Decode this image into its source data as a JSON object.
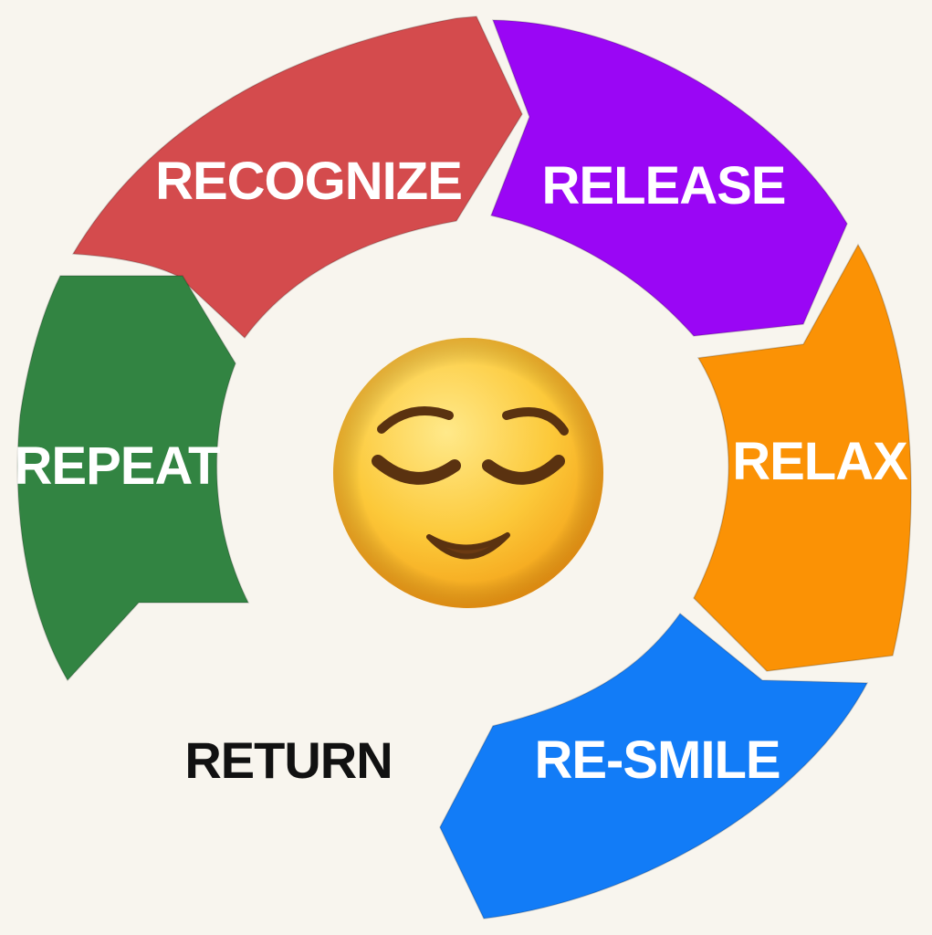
{
  "cycle": {
    "segments": [
      {
        "key": "recognize",
        "label": "RECOGNIZE",
        "color": "#d44b4d"
      },
      {
        "key": "release",
        "label": "RELEASE",
        "color": "#9a06f5"
      },
      {
        "key": "relax",
        "label": "RELAX",
        "color": "#fb9205"
      },
      {
        "key": "resmile",
        "label": "RE-SMILE",
        "color": "#127cf7"
      },
      {
        "key": "repeat",
        "label": "REPEAT",
        "color": "#328442"
      }
    ],
    "return_label": "RETURN",
    "center_icon": "relieved-face-icon",
    "label_color": "#ffffff",
    "return_color": "#111111"
  }
}
